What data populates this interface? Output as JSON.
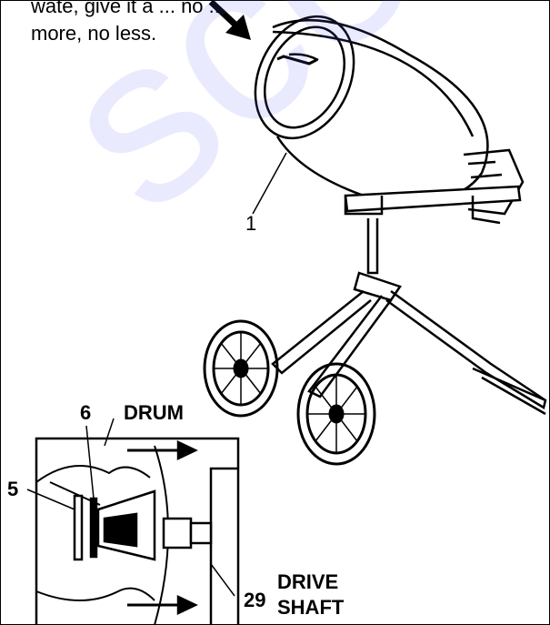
{
  "caption": {
    "line1": "wate, give it a ... no ... ",
    "line2": "more, no less."
  },
  "labels": {
    "part_1": "1",
    "part_6": "6",
    "part_5": "5",
    "part_29": "29",
    "drum": "DRUM",
    "drive": "DRIVE",
    "shaft": "SHAFT"
  },
  "watermark": {
    "text": "scount",
    "color": "#5f5ff5"
  }
}
